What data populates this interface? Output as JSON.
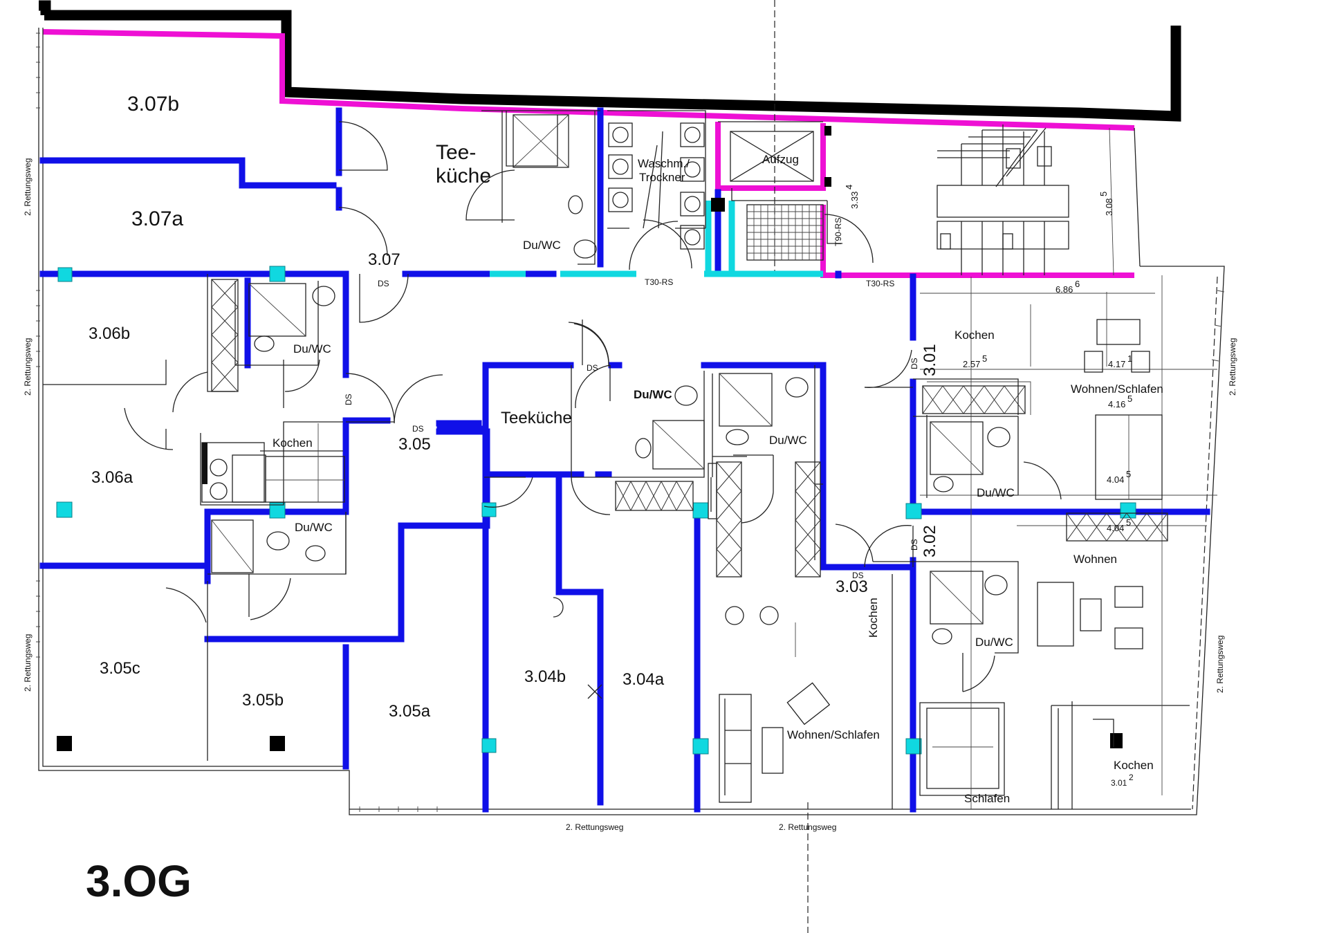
{
  "floor_label": "3.OG",
  "rooms": {
    "r307b": "3.07b",
    "r307a": "3.07a",
    "r307": "3.07",
    "r306b": "3.06b",
    "r306a": "3.06a",
    "r305": "3.05",
    "r305c": "3.05c",
    "r305b": "3.05b",
    "r305a": "3.05a",
    "r304b": "3.04b",
    "r304a": "3.04a",
    "r303": "3.03",
    "r302": "3.02",
    "r301": "3.01",
    "r301_sub": "3.01",
    "r301_sup": "2"
  },
  "labels": {
    "teekueche_top_1": "Tee-",
    "teekueche_top_2": "küche",
    "teekueche_mid": "Teeküche",
    "duwc": "Du/WC",
    "waschm": "Waschm./",
    "trockner": "Trockner",
    "aufzug": "Aufzug",
    "kochen": "Kochen",
    "wohnen_schlafen": "Wohnen/Schlafen",
    "wohnen": "Wohnen",
    "schlafen": "Schlafen",
    "ds": "DS",
    "t30rs": "T30-RS",
    "t90rs": "T90-RS",
    "rettungsweg": "2. Rettungsweg"
  },
  "dimensions": {
    "d308": "3.08",
    "d308_sup": "5",
    "d333": "3.33",
    "d333_sup": "4",
    "d686": "6.86",
    "d686_sup": "6",
    "d257": "2.57",
    "d257_sup": "5",
    "d417": "4.17",
    "d417_sup": "1",
    "d416": "4.16",
    "d416_sup": "5",
    "d404a": "4.04",
    "d404a_sup": "5",
    "d404b": "4.04",
    "d404b_sup": "5"
  },
  "colors": {
    "fire_wall": "#1010e8",
    "facade_wall": "#ee10d4",
    "outer_wall": "#000000",
    "cyan_wall": "#10d8e0"
  }
}
